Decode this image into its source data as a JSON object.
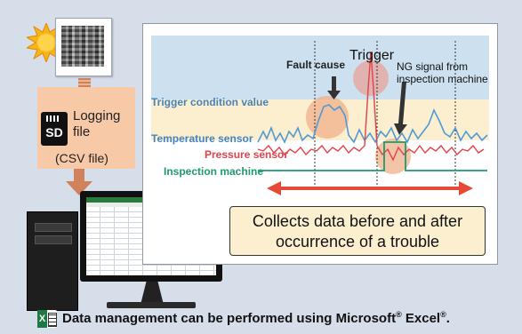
{
  "logging_file": {
    "sd_icon_text": "SD",
    "line1": "Logging",
    "line2": "file",
    "csv": "(CSV file)"
  },
  "chart": {
    "labels": {
      "trigger_condition": "Trigger condition value",
      "temperature_sensor": "Temperature sensor",
      "pressure_sensor": "Pressure sensor",
      "inspection_machine": "Inspection machine",
      "fault_cause": "Fault cause",
      "trigger": "Trigger",
      "ng_signal": "NG signal from inspection machine"
    },
    "colors": {
      "temperature": "#4f9ad6",
      "pressure": "#e1424b",
      "inspection": "#1f9a6b",
      "arrow": "#e44a36"
    }
  },
  "callout": {
    "line1": "Collects data before and after",
    "line2": "occurrence of a trouble"
  },
  "footer": {
    "excel_icon": "excel-icon",
    "text_part1": "Data management can be performed using Microsoft",
    "reg1": "®",
    "text_part2": " Excel",
    "reg2": "®",
    "text_part3": "."
  }
}
